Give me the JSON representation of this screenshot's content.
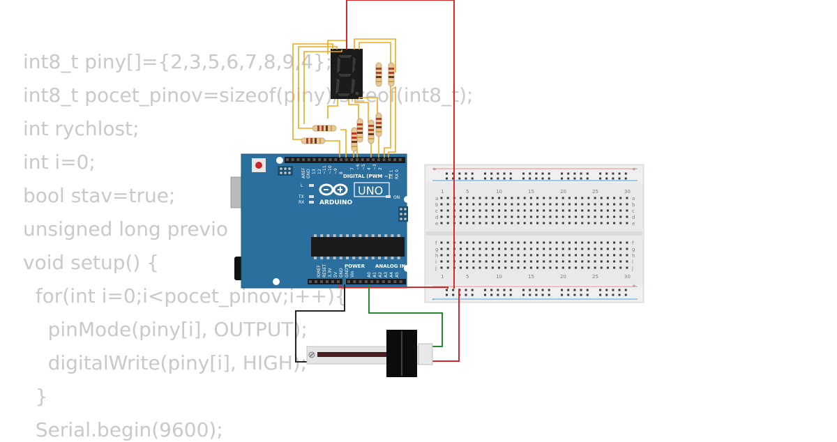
{
  "code": {
    "lines": [
      "int8_t piny[]={2,3,5,6,7,8,9,4};",
      "int8_t pocet_pinov=sizeof(piny)/sizeof(int8_t);",
      "int rychlost;",
      "int i=0;",
      "bool stav=true;",
      "unsigned long previo",
      "void setup() {",
      "  for(int i=0;i<pocet_pinov;i++){",
      "    pinMode(piny[i], OUTPUT);",
      "    digitalWrite(piny[i], HIGH);",
      "  }",
      "  Serial.begin(9600);"
    ]
  },
  "arduino": {
    "logo_text": "ARDUINO",
    "model": "UNO",
    "digital_header": "DIGITAL (PWM ~)",
    "power_header": "POWER",
    "analog_header": "ANALOG IN",
    "on_label": "ON",
    "l_label": "L",
    "tx_label": "TX",
    "rx_label": "RX",
    "aref": "AREF",
    "gnd": "GND",
    "digital_pins": [
      "13",
      "12",
      "~11",
      "~10",
      "~9",
      "8",
      "7",
      "~6",
      "~5",
      "4",
      "~3",
      "2",
      "TX 1",
      "RX 0"
    ],
    "power_pins": [
      "IOREF",
      "RESET",
      "3.3V",
      "5V",
      "GND",
      "GND",
      "Vin"
    ],
    "analog_pins": [
      "A0",
      "A1",
      "A2",
      "A3",
      "A4",
      "A5"
    ]
  },
  "breadboard": {
    "column_numbers": [
      "1",
      "5",
      "10",
      "15",
      "20",
      "25",
      "30"
    ],
    "row_letters_top": [
      "a",
      "b",
      "c",
      "d",
      "e"
    ],
    "row_letters_bottom": [
      "f",
      "g",
      "h",
      "i",
      "j"
    ]
  },
  "colors": {
    "arduino_blue": "#2a6f9e",
    "wire_red": "#d62828",
    "wire_black": "#222222",
    "wire_green": "#1f8a2e",
    "wire_orange": "#f0a818",
    "code_gray": "#c9c9c9"
  }
}
